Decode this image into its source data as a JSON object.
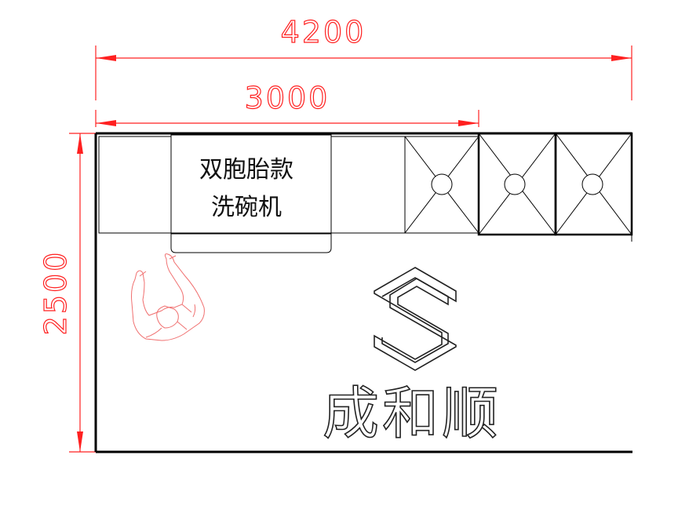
{
  "dimensions": {
    "overall_width": "4200",
    "partial_width": "3000",
    "depth": "2500"
  },
  "appliance": {
    "line1": "双胞胎款",
    "line2": "洗碗机"
  },
  "brand": {
    "name": "成和顺"
  },
  "colors": {
    "dimension": "#ff2020",
    "lines": "#000000",
    "person": "#f07070"
  },
  "icons": [
    "s-logo-icon",
    "person-figure-icon",
    "cabinet-x-icon"
  ]
}
